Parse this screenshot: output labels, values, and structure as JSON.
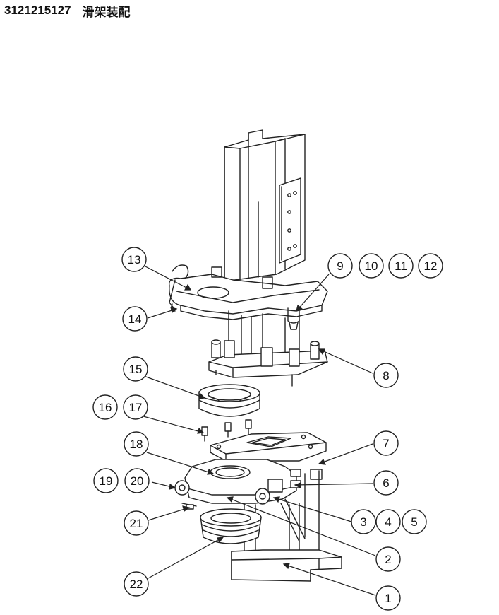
{
  "header": {
    "part_number": "3121215127",
    "title": "滑架装配"
  },
  "diagram": {
    "callouts": [
      {
        "id": "c13",
        "label": "13"
      },
      {
        "id": "c14",
        "label": "14"
      },
      {
        "id": "c9",
        "label": "9"
      },
      {
        "id": "c10",
        "label": "10"
      },
      {
        "id": "c11",
        "label": "11"
      },
      {
        "id": "c12",
        "label": "12"
      },
      {
        "id": "c8",
        "label": "8"
      },
      {
        "id": "c15",
        "label": "15"
      },
      {
        "id": "c16",
        "label": "16"
      },
      {
        "id": "c17",
        "label": "17"
      },
      {
        "id": "c18",
        "label": "18"
      },
      {
        "id": "c7",
        "label": "7"
      },
      {
        "id": "c19",
        "label": "19"
      },
      {
        "id": "c20",
        "label": "20"
      },
      {
        "id": "c6",
        "label": "6"
      },
      {
        "id": "c21",
        "label": "21"
      },
      {
        "id": "c3",
        "label": "3"
      },
      {
        "id": "c4",
        "label": "4"
      },
      {
        "id": "c5",
        "label": "5"
      },
      {
        "id": "c2",
        "label": "2"
      },
      {
        "id": "c22",
        "label": "22"
      },
      {
        "id": "c1",
        "label": "1"
      }
    ]
  }
}
